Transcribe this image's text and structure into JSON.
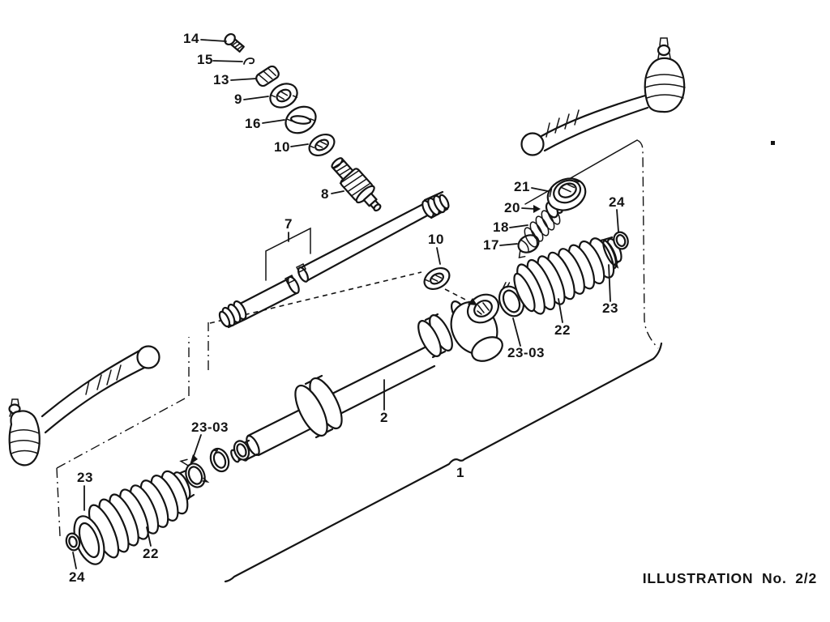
{
  "figure": {
    "type": "exploded-parts-diagram",
    "caption": "ILLUSTRATION No. 2/2",
    "callouts": {
      "n1": "1",
      "n2": "2",
      "n7": "7",
      "n8": "8",
      "n9": "9",
      "n10": "10",
      "n13": "13",
      "n14": "14",
      "n15": "15",
      "n16": "16",
      "n17": "17",
      "n18": "18",
      "n20": "20",
      "n21": "21",
      "n22": "22",
      "n23": "23",
      "n23_03": "23-03",
      "n24": "24"
    }
  }
}
